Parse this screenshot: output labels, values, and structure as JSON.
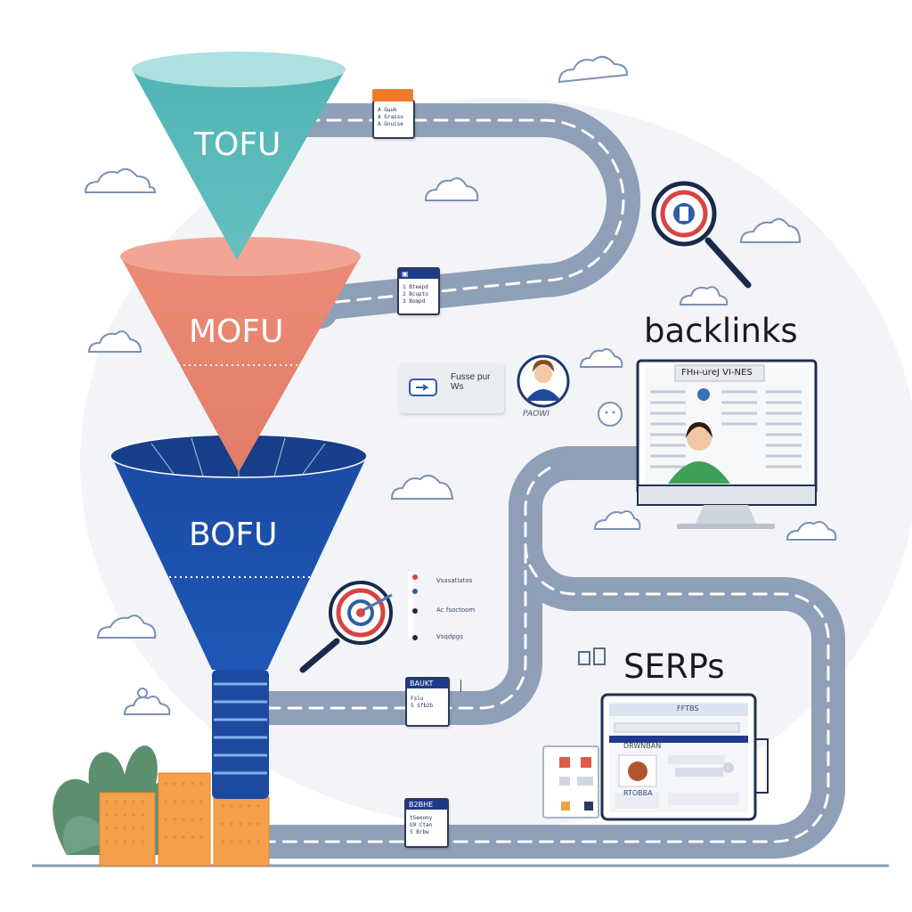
{
  "funnel": {
    "tofu": "TOFU",
    "mofu": "MOFU",
    "bofu": "BOFU"
  },
  "labels": {
    "backlinks": "backlinks",
    "serps": "SERPs"
  },
  "monitor": {
    "banner": "FНн-urеJ VI-NES"
  },
  "profile": {
    "caption": "PAOWI"
  },
  "feature_card": {
    "title": "Fussе pur Ws"
  },
  "road_cards": [
    {
      "lines": [
        "A  Gцuk",
        "A  Grasso",
        "A  Gnuise"
      ]
    },
    {
      "lines": [
        "1  Bteepd",
        "2  Bcupto",
        "3  Bоmpd"
      ]
    },
    {
      "title": "BAUKT",
      "lines": [
        "Fslu",
        "5  Sfb2b"
      ]
    },
    {
      "title": "B2BHE",
      "lines": [
        "tSeeony",
        "U9 Ctan",
        "5  Brbw"
      ]
    }
  ],
  "list_panel": {
    "items": [
      "Vsasatiatos",
      "Аc fsoctoom",
      "Vsqdpgs"
    ]
  },
  "tablet": {
    "brand": "FFTBS",
    "section": "DRWNBAN",
    "label": "RTOBBA"
  },
  "colors": {
    "tofu": "#5bb8b8",
    "mofu": "#e88672",
    "bofu": "#1e4a9c",
    "road": "#8f9fb8",
    "accent": "#f07a2a"
  },
  "icons": [
    "cloud-icon",
    "magnifier-icon",
    "target-icon",
    "person-icon",
    "plant-icon",
    "database-stack-icon",
    "monitor-icon",
    "tablet-icon"
  ]
}
